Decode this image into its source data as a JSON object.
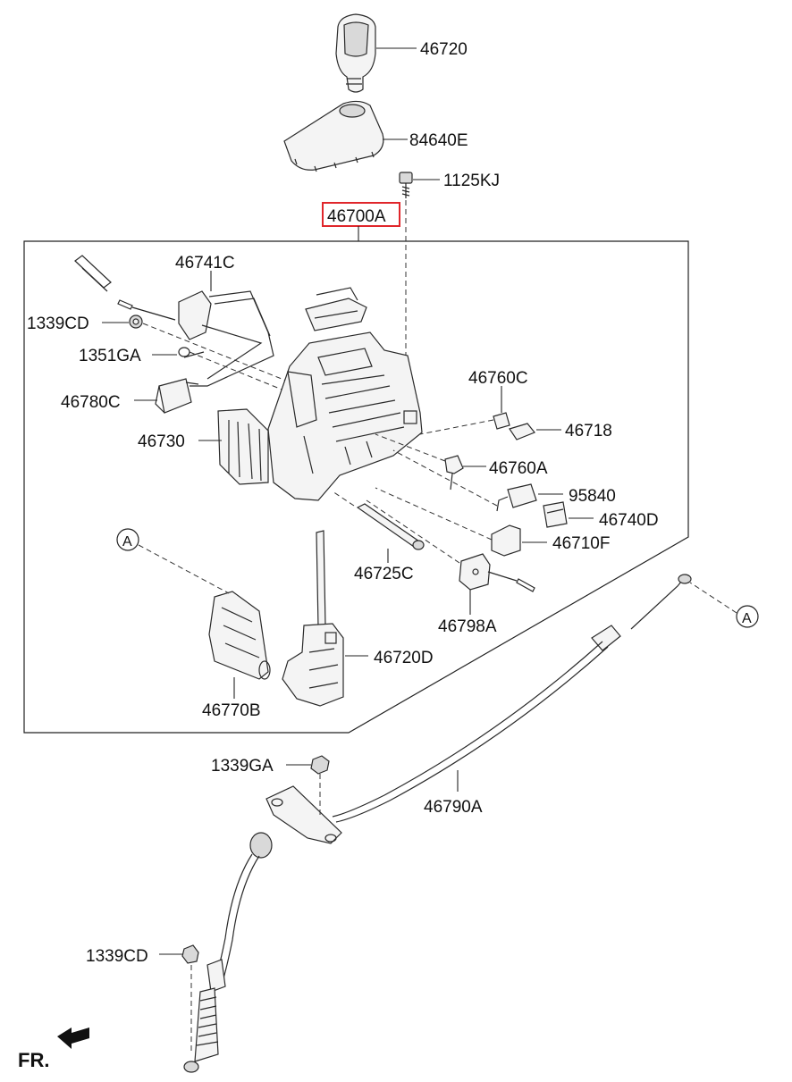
{
  "diagram": {
    "parts": {
      "p46720": "46720",
      "p84640E": "84640E",
      "p1125KJ": "1125KJ",
      "p46700A": "46700A",
      "p46741C": "46741C",
      "p1339CD_top": "1339CD",
      "p1351GA": "1351GA",
      "p46780C": "46780C",
      "p46730": "46730",
      "p46760C": "46760C",
      "p46718": "46718",
      "p46760A": "46760A",
      "p95840": "95840",
      "p46740D": "46740D",
      "p46710F": "46710F",
      "p46725C": "46725C",
      "p46798A": "46798A",
      "p46720D": "46720D",
      "p46770B": "46770B",
      "p1339GA": "1339GA",
      "p46790A": "46790A",
      "p1339CD_bottom": "1339CD"
    },
    "refs": {
      "ref_a_left": "A",
      "ref_a_right": "A"
    },
    "direction_label": "FR.",
    "highlight_color": "#e0262b"
  }
}
